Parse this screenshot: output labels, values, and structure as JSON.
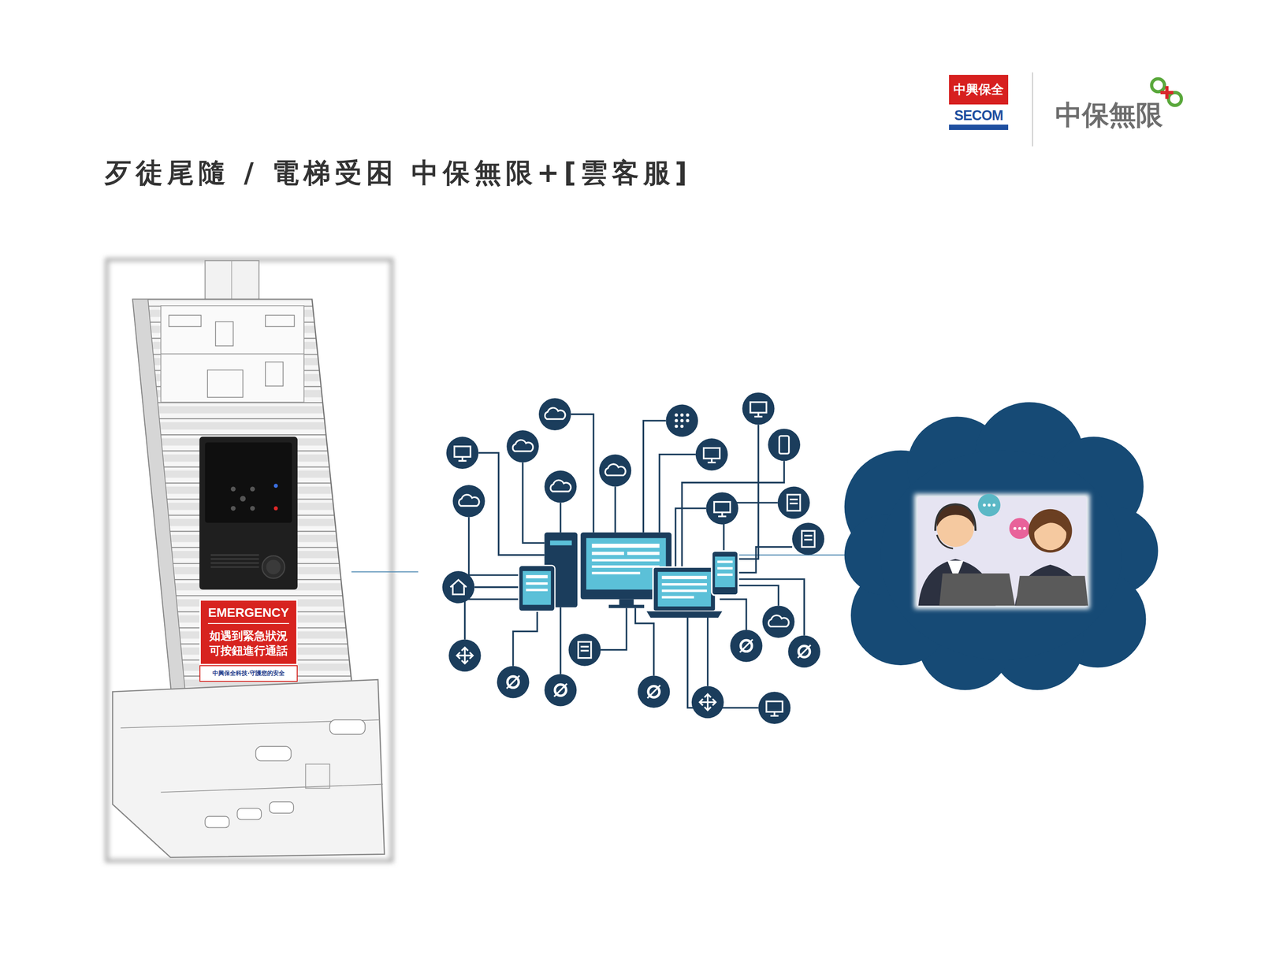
{
  "diagram": {
    "title": "歹徒尾隨 / 電梯受困 中保無限+[雲客服]",
    "nodes": [
      {
        "text": [
          "中興保全",
          "SECOM"
        ]
      },
      {
        "text": [
          "EMERGENCY",
          "如遇到緊急狀況 可按鈕進行通話",
          "中興保全科技·守護您的安全"
        ]
      }
    ],
    "labels": [
      "中保無限"
    ]
  }
}
